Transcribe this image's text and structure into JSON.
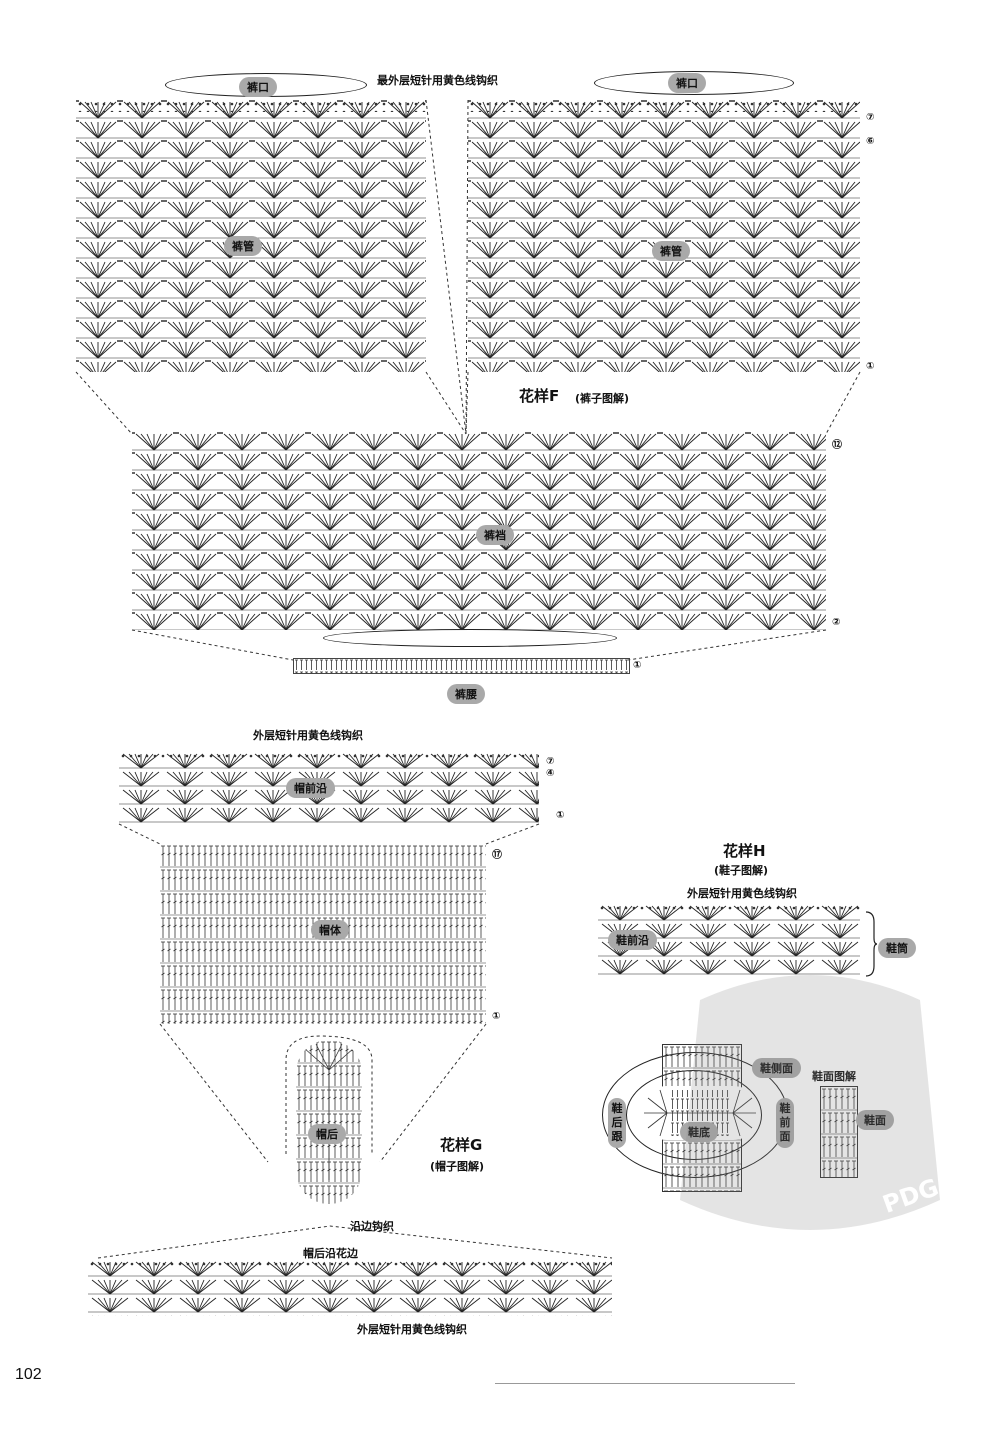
{
  "pattern_f": {
    "title": "花样F",
    "subtitle": "(裤子图解)",
    "top_caption": "最外层短针用黄色线钩织",
    "labels": {
      "cuff_left": "裤口",
      "cuff_right": "裤口",
      "leg_left": "裤管",
      "leg_right": "裤管",
      "crotch": "裤裆",
      "waist": "裤腰"
    },
    "row_markers": {
      "r_top1": "⑦",
      "r_top2": "⑥",
      "r_leg_bottom": "①",
      "r_crotch_top": "⑫",
      "r_crotch_bottom": "②",
      "r_waist": "①"
    }
  },
  "pattern_g": {
    "title": "花样G",
    "subtitle": "(帽子图解)",
    "top_caption": "外层短针用黄色线钩织",
    "labels": {
      "brim": "帽前沿",
      "body": "帽体",
      "back": "帽后",
      "edge_caption": "沿边钩织",
      "back_edge": "帽后沿花边",
      "bottom_caption": "外层短针用黄色线钩织"
    },
    "row_markers": {
      "brim_r1": "⑦",
      "brim_r2": "④",
      "brim_r3": "①",
      "body_top": "⑰",
      "body_bottom": "①"
    }
  },
  "pattern_h": {
    "title": "花样H",
    "subtitle": "(鞋子图解)",
    "top_caption": "外层短针用黄色线钩织",
    "labels": {
      "brim": "鞋前沿",
      "tube": "鞋筒",
      "side": "鞋侧面",
      "front": "鞋前面",
      "heel": "鞋后跟",
      "sole": "鞋底",
      "vamp_diagram": "鞋面图解",
      "vamp": "鞋面"
    }
  },
  "watermark": {
    "brand": "PDG"
  },
  "page_number": "102"
}
